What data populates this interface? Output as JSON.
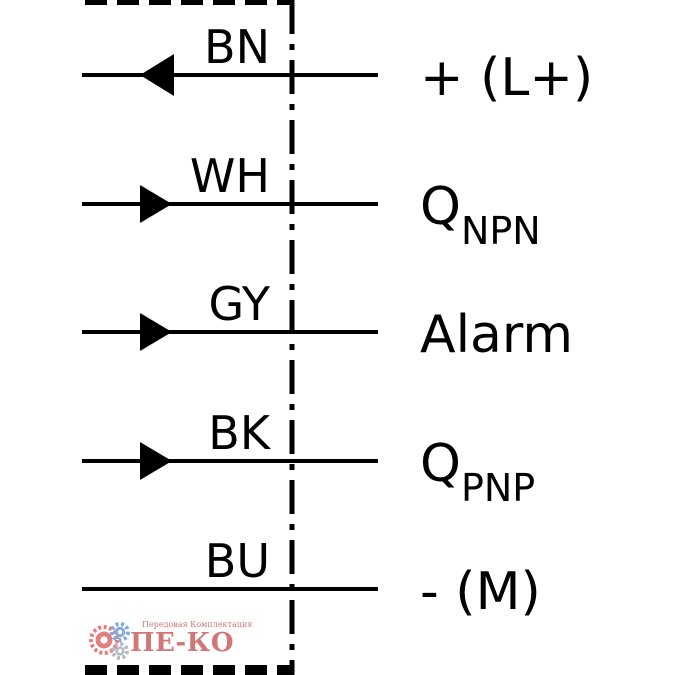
{
  "wires": [
    {
      "code": "BN",
      "signal": "+ (L+)",
      "sub": "",
      "direction": "in"
    },
    {
      "code": "WH",
      "signal": "Q",
      "sub": "NPN",
      "direction": "out"
    },
    {
      "code": "GY",
      "signal": "Alarm",
      "sub": "",
      "direction": "out"
    },
    {
      "code": "BK",
      "signal": "Q",
      "sub": "PNP",
      "direction": "out"
    },
    {
      "code": "BU",
      "signal": "- (M)",
      "sub": "",
      "direction": "none"
    }
  ],
  "watermark": {
    "tagline": "Передовая Комплектация",
    "name": "ПЕ-КО",
    "gear_colors": [
      "#d9534f",
      "#5b8ccf",
      "#9aa3ad"
    ],
    "text_color": "#c24a4a"
  },
  "colors": {
    "line": "#000000",
    "background": "#ffffff"
  }
}
